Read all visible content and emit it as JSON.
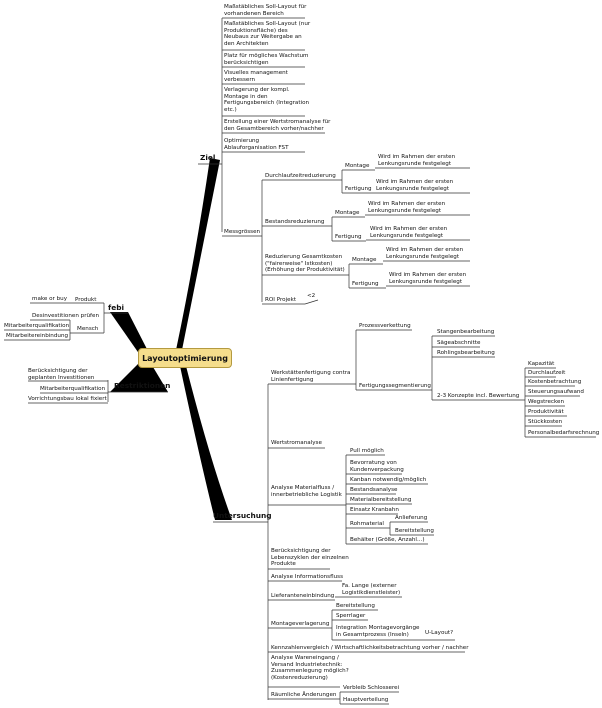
{
  "center": "Layoutoptimierung",
  "branches": {
    "ziel": "Ziel",
    "febi": "febi",
    "restriktionen": "Restriktionen",
    "untersuchung": "Untersuchung"
  },
  "ziel_items": [
    "Maßstäbliches Soll-Layout für\nvorhandenen Bereich",
    "Maßstäbliches Soll-Layout (nur\nProduktionsfläche) des\nNeubaus zur Weitergabe an\nden Architekten",
    "Platz für mögliches Wachstum\nberücksichtigen",
    "Visuelles management\nverbessern",
    "Verlagerung der kompl.\nMontage in den\nFertigungsbereich (Integration\netc.)",
    "Erstellung einer Wertstromanalyse für\nden Gesamtbereich vorher/nachher",
    "Optimierung\nAblauforganisation FST"
  ],
  "messgroessen": {
    "label": "Messgrössen",
    "durchlauf": "Durchlaufzeitreduzierung",
    "bestand": "Bestandsreduzierung",
    "kosten": "Reduzierung Gesamtkosten\n(\"fairerweise\" Istkosten)\n(Erhöhung der Produktivität)",
    "roi": "ROI Projekt",
    "roi_value": "<2",
    "montage": "Montage",
    "fertigung": "Fertigung",
    "note": "Wird im Rahmen der ersten\nLenkungsrunde festgelegt"
  },
  "febi_items": {
    "produkt": "Produkt",
    "mensch": "Mensch",
    "make_or_buy": "make or buy",
    "desinvest": "Desinvestitionen prüfen",
    "mitarbeiterqual": "Mitarbeiterqualifikation",
    "mitarbeitereinb": "Mitarbeitereinbindung"
  },
  "restriktionen_items": [
    "Berücksichtigung der\ngeplanten Investitionen",
    "Mitarbeiterqualifikation",
    "Vorrichtungsbau lokal fixiert"
  ],
  "untersuchung": {
    "werkstatt": "Werkstättenfertigung contra\nLinienfertigung",
    "prozessverkettung": "Prozessverkettung",
    "fertigungssegmentierung": "Fertigungssegmentierung",
    "stangen": "Stangenbearbeitung",
    "saege": "Sägeabschnitte",
    "rohling": "Rohlingsbearbeitung",
    "konzepte": "2-3 Konzepte incl. Bewertung",
    "bewertung": [
      "Kapazität",
      "Durchlaufzeit",
      "Kostenbetrachtung",
      "Steuerungsaufwand",
      "Wegstrecken",
      "Produktivität",
      "Stückkosten",
      "Personalbedarfsrechnung"
    ],
    "wertstrom": "Wertstromanalyse",
    "materialfluss": "Analyse Materialfluss /\ninnerbetriebliche Logistik",
    "mf_items": [
      "Pull möglich",
      "Bevorratung von\nKundenverpackung",
      "Kanban notwendig/möglich",
      "Bestandsanalyse",
      "Materialbereitstellung",
      "Einsatz Kranbahn"
    ],
    "rohmaterial": "Rohmaterial",
    "anlieferung": "Anlieferung",
    "bereitstellung": "Bereitstellung",
    "behaelter": "Behälter (Größe, Anzahl...)",
    "lebenszyklen": "Berücksichtigung der\nLebenszyklen der einzelnen\nProdukte",
    "informationsfluss": "Analyse Informationsfluss",
    "lieferanten": "Lieferanteneinbindung",
    "lange": "Fa. Lange (externer\nLogistikdienstleister)",
    "montageverlagerung": "Montageverlagerung",
    "mv_items": [
      "Bereitstellung",
      "Sperrlager",
      "Integration Montagevorgänge\nin Gesamtprozess (Inseln)"
    ],
    "ulayout": "U-Layout?",
    "kennzahlen": "Kennzahlenvergleich / Wirtschaftlichkeitsbetrachtung vorher / nachher",
    "wareneingang": "Analyse Wareneingang /\nVersand Industrietechnik:\nZusammenlegung möglich?\n(Kostenreduzierung)",
    "raeumlich": "Räumliche Änderungen",
    "ra_items": [
      "Verbleib Schlosserei",
      "Hauptverteilung"
    ]
  }
}
